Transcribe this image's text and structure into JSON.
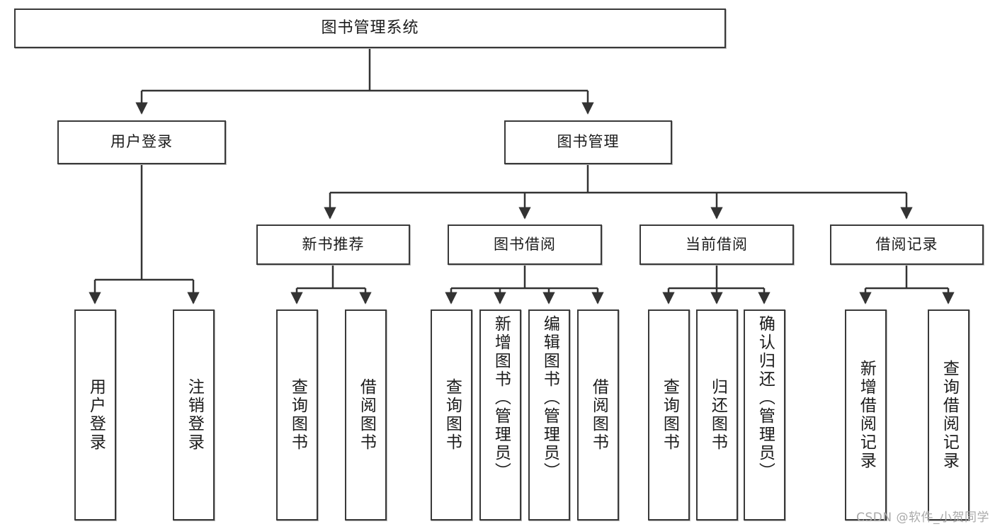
{
  "diagram": {
    "title": "图书管理系统",
    "type": "tree",
    "watermark": "CSDN @软件_小贺同学",
    "colors": {
      "box_border": "#3a3a3a",
      "box_fill": "#ffffff",
      "line": "#333333",
      "text": "#1b1b1b",
      "watermark": "#a9a9a9"
    },
    "root": {
      "label": "图书管理系统"
    },
    "level2": [
      {
        "label": "用户登录"
      },
      {
        "label": "图书管理"
      }
    ],
    "level3": [
      {
        "label": "新书推荐"
      },
      {
        "label": "图书借阅"
      },
      {
        "label": "当前借阅"
      },
      {
        "label": "借阅记录"
      }
    ],
    "leaves": {
      "user_login": [
        {
          "label": "用户登录"
        },
        {
          "label": "注销登录"
        }
      ],
      "new_book_rec": [
        {
          "label": "查询图书"
        },
        {
          "label": "借阅图书"
        }
      ],
      "book_borrow": [
        {
          "label": "查询图书"
        },
        {
          "label": "新增图书（管理员）"
        },
        {
          "label": "编辑图书（管理员）"
        },
        {
          "label": "借阅图书"
        }
      ],
      "current_borrow": [
        {
          "label": "查询图书"
        },
        {
          "label": "归还图书"
        },
        {
          "label": "确认归还（管理员）"
        }
      ],
      "borrow_record": [
        {
          "label": "新增借阅记录"
        },
        {
          "label": "查询借阅记录"
        }
      ]
    }
  }
}
